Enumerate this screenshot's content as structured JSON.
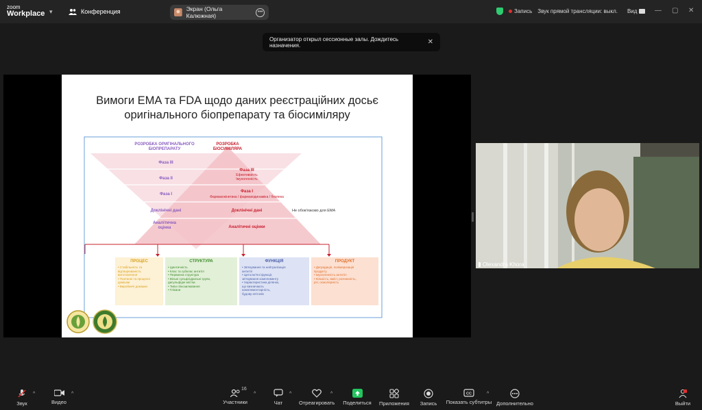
{
  "topbar": {
    "logo_small": "zoom",
    "logo_big": "Workplace",
    "conference_label": "Конференция",
    "screen_tab_label": "Экран (Ольга Калюжная)",
    "record_label": "Запись",
    "stream_label": "Звук прямой трансляции: выкл.",
    "view_label": "Вид"
  },
  "toast": {
    "text": "Организатор открыл сессионные залы. Дождитесь назначения."
  },
  "slide": {
    "title_line1": "Вимоги EMA та FDA щодо даних реєстраційних досьє",
    "title_line2": "оригінального біопрепарату та біосиміляру",
    "left_header_line1": "РОЗРОБКА ОРИГІНАЛЬНОГО",
    "left_header_line2": "БІОПРЕПАРАТУ",
    "right_header_line1": "РОЗРОБКА",
    "right_header_line2": "БІОСИМІЛЯРА",
    "left_levels": [
      "Фаза III",
      "Фаза II",
      "Фаза I",
      "Доклінічні дані"
    ],
    "left_analytical_line1": "Аналітична",
    "left_analytical_line2": "оцінка",
    "right_phase3": "Фаза III",
    "right_phase3_sub1": "Ефективність",
    "right_phase3_sub2": "Імуногенність",
    "right_phase1": "Фаза I",
    "right_phase1_sub": "Фармакокінетика / фармакодинаміка / безпека",
    "right_preclinical": "Доклінічні дані",
    "not_required_note": "Не обов'язково для EMA",
    "right_analytical": "Аналітичні оцінки",
    "boxes": [
      {
        "title": "ПРОЦЕС",
        "items": [
          "• Стабільність та",
          "відтворюваність",
          "виготовлення",
          "• Поетапні та процесні",
          "домішки",
          "• Виробничі домішки"
        ]
      },
      {
        "title": "СТРУКТУРА",
        "items": [
          "• Ідентичність",
          "• Клас та субклас антитіл",
          "• Первинна структура",
          "• Вільні сульфгідрильні групи,",
          "дисульфідні містки",
          "• Типи глікозилювання",
          "• Глікани"
        ]
      },
      {
        "title": "ФУНКЦІЯ",
        "items": [
          "• Зв'язування та нейтралізація",
          "антитіл",
          "• Цитологічні функції,",
          "зв'язування комплементу",
          "• Характеристика ділянок,",
          "що визначають",
          "комплементарність,",
          "будову епітопів"
        ]
      },
      {
        "title": "ПРОДУКТ",
        "items": [
          "• Деградація, полімеризація",
          "продукту",
          "• Імуногенність антитіл",
          "• Кількість, вміст, розчинність,",
          "pH, осмолярність"
        ]
      }
    ]
  },
  "camera": {
    "participant_name": "Olexandra Khora"
  },
  "toolbar": {
    "audio": "Звук",
    "video": "Видео",
    "participants": "Участники",
    "participants_count": "16",
    "chat": "Чат",
    "react": "Отреагировать",
    "share": "Поделиться",
    "apps": "Приложения",
    "record": "Запись",
    "captions": "Показать субтитры",
    "more": "Дополнительно",
    "leave": "Выйти"
  },
  "colors": {
    "topbar_bg": "#242424",
    "share_green": "#22c55e",
    "leave_red": "#e03030",
    "slide_border": "#6a9fd8",
    "process_box": "#fdf1d6",
    "structure_box": "#e2f0d8",
    "function_box": "#dde3f4",
    "product_box": "#fce0d2"
  },
  "icons": [
    "chevron-down-icon",
    "people-icon",
    "shield-icon",
    "mic-off-icon",
    "camera-icon",
    "participants-icon",
    "chat-icon",
    "heart-icon",
    "share-screen-icon",
    "apps-icon",
    "record-icon",
    "cc-icon",
    "more-icon",
    "leave-icon"
  ]
}
